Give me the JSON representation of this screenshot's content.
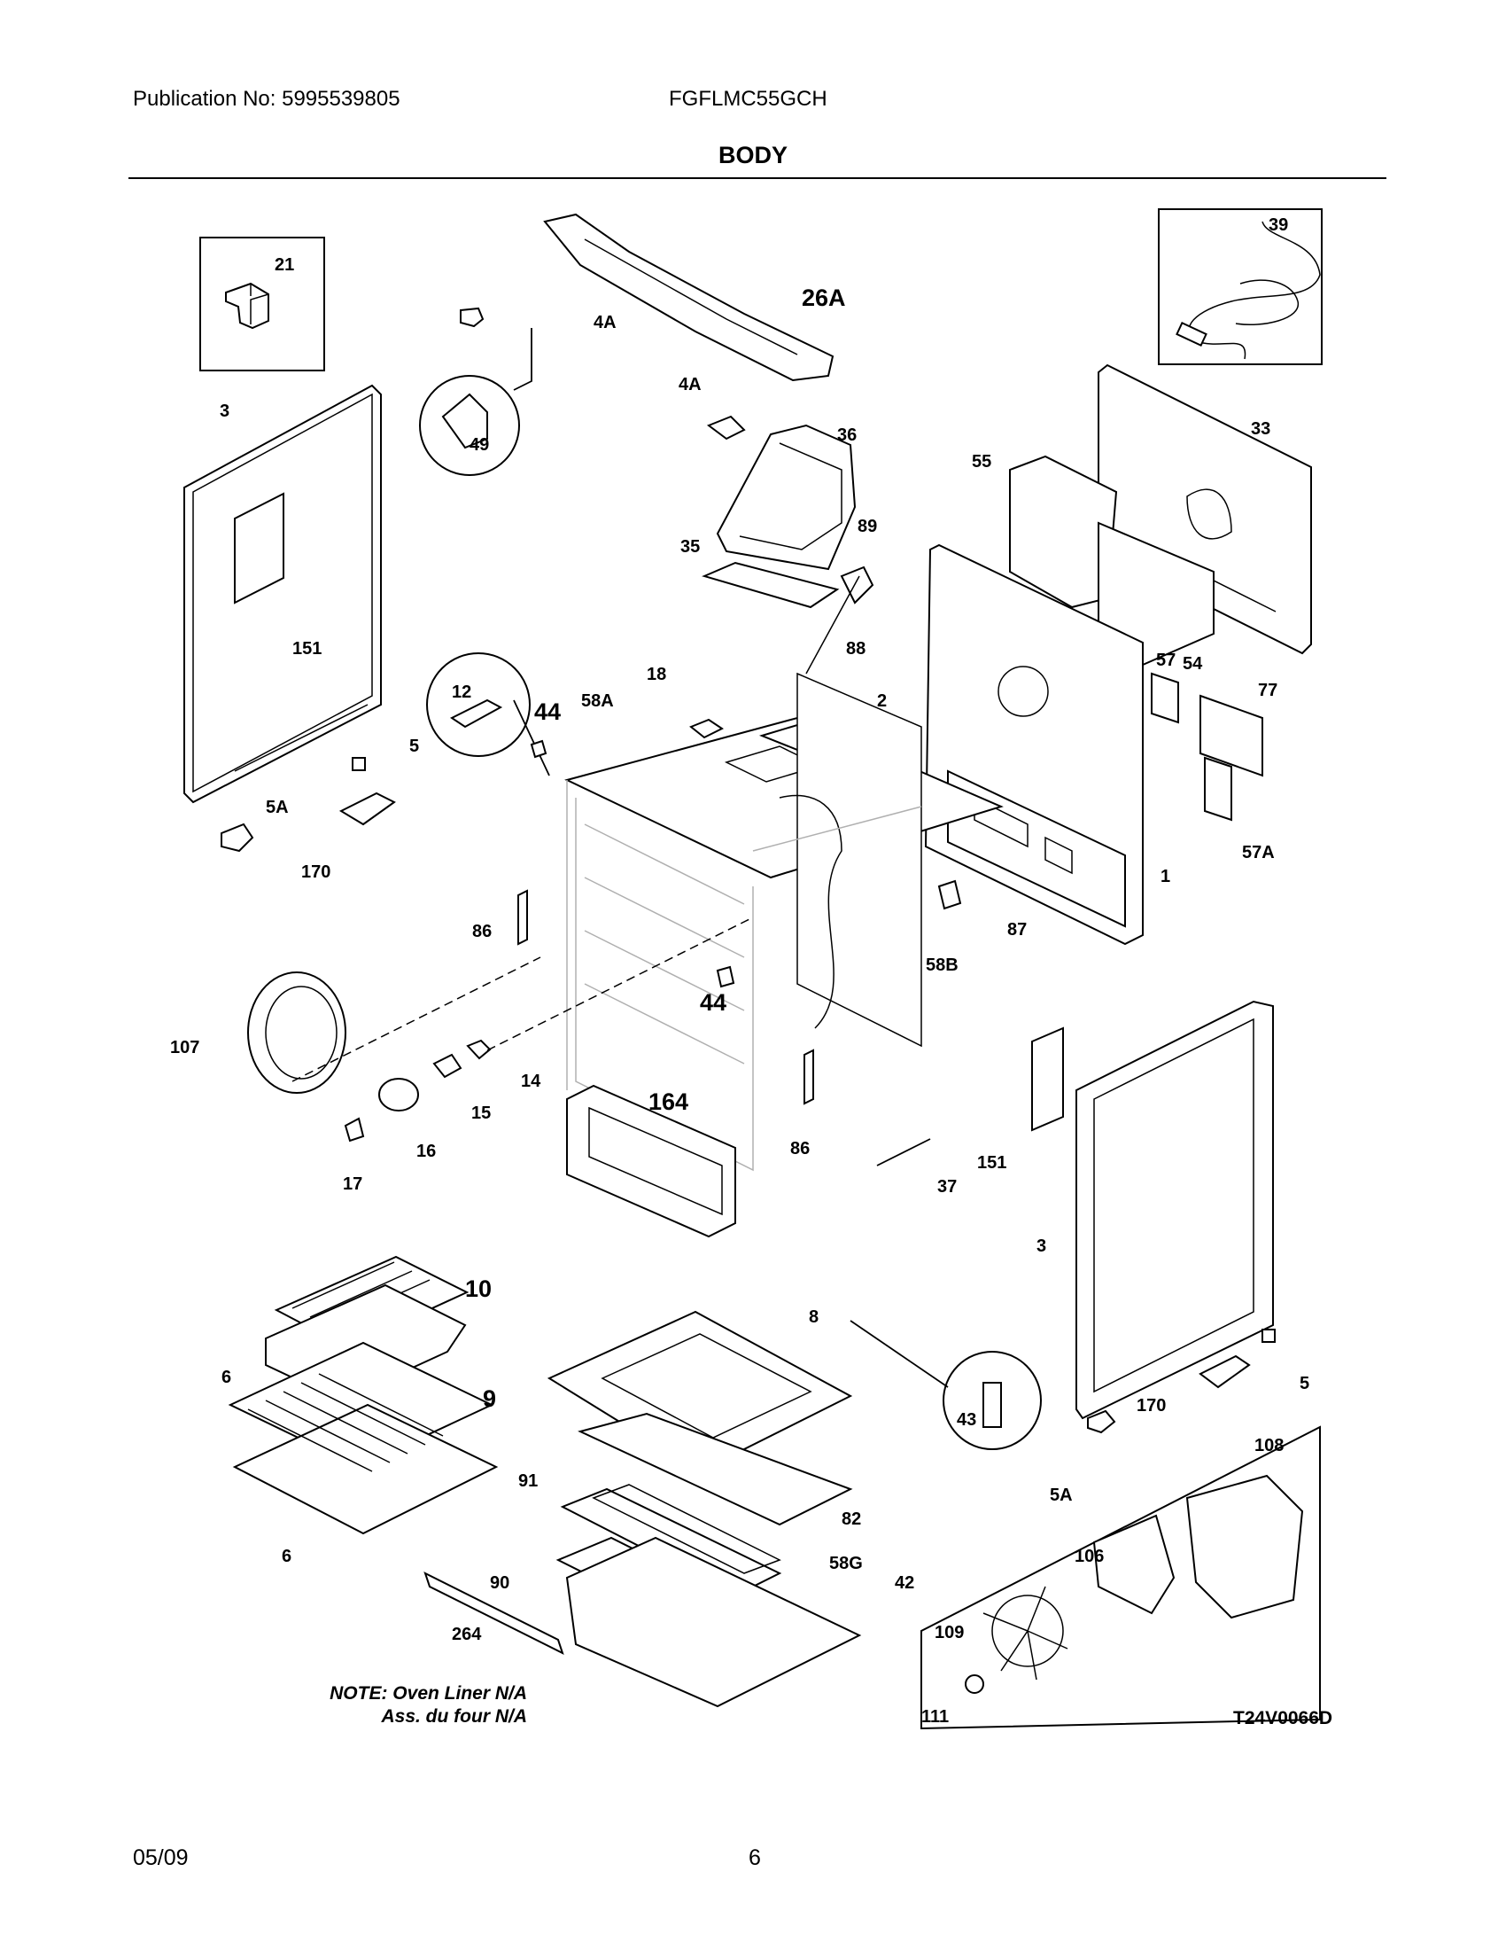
{
  "header": {
    "publication": "Publication No: 5995539805",
    "model": "FGFLMC55GCH",
    "section_title": "BODY"
  },
  "callouts": {
    "c21": "21",
    "c26a": "26A",
    "c39": "39",
    "c4a_top": "4A",
    "c49": "49",
    "c4a_mid": "4A",
    "c3_left": "3",
    "c36": "36",
    "c33": "33",
    "c55": "55",
    "c89": "89",
    "c35": "35",
    "c88": "88",
    "c151_left": "151",
    "c57": "57",
    "c54": "54",
    "c77": "77",
    "c12": "12",
    "c44_top": "44",
    "c58a": "58A",
    "c18": "18",
    "c2": "2",
    "c5_left": "5",
    "c5a_left": "5A",
    "c170_left": "170",
    "c57a": "57A",
    "c1": "1",
    "c87": "87",
    "c86_left": "86",
    "c58b": "58B",
    "c44_mid": "44",
    "c107": "107",
    "c14": "14",
    "c15": "15",
    "c16": "16",
    "c17": "17",
    "c164": "164",
    "c86_right": "86",
    "c37": "37",
    "c151_right": "151",
    "c3_right": "3",
    "c10": "10",
    "c8": "8",
    "c6_top": "6",
    "c9": "9",
    "c43": "43",
    "c170_right": "170",
    "c5_right": "5",
    "c108": "108",
    "c5a_right": "5A",
    "c82": "82",
    "c91": "91",
    "c6_bottom": "6",
    "c58g": "58G",
    "c106": "106",
    "c90": "90",
    "c42": "42",
    "c264": "264",
    "c109": "109",
    "c111": "111"
  },
  "note": {
    "line1": "NOTE: Oven Liner N/A",
    "line2": "Ass. du four N/A"
  },
  "drawing_number": "T24V0066D",
  "footer": {
    "date": "05/09",
    "page": "6"
  }
}
